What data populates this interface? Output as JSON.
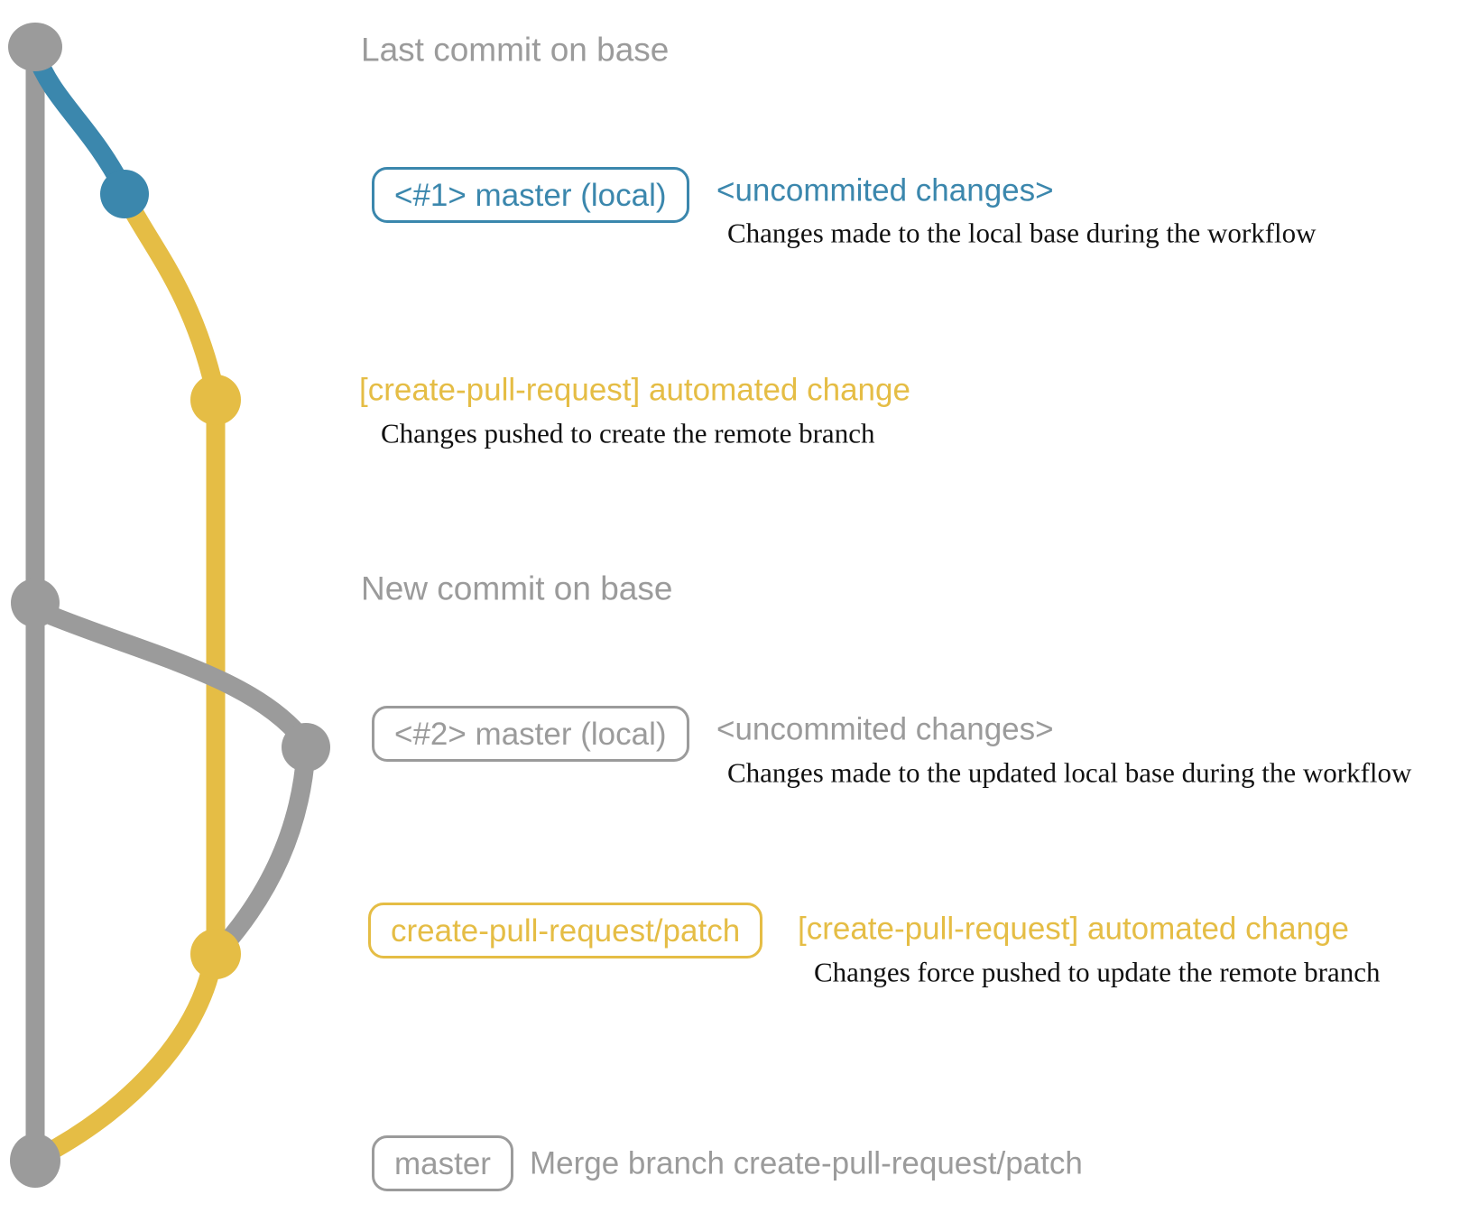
{
  "colors": {
    "base_gray": "#9b9b9b",
    "local_blue": "#3b87ad",
    "patch_yellow": "#e5bd45",
    "description_black": "#111111"
  },
  "graph": {
    "branches": [
      "base (master)",
      "master (local)",
      "create-pull-request/patch"
    ],
    "commits": [
      "last-commit-on-base",
      "uncommitted-changes-1",
      "create-pull-request-automated-change-1",
      "new-commit-on-base",
      "uncommitted-changes-2",
      "create-pull-request-automated-change-2",
      "merge-commit-master"
    ]
  },
  "rows": {
    "last_commit": {
      "label": "Last commit on base"
    },
    "row1": {
      "badge": "<#1> master (local)",
      "heading": "<uncommited changes>",
      "description": "Changes made to the local base during the workflow"
    },
    "row2": {
      "heading": "[create-pull-request] automated change",
      "description": "Changes pushed to create the remote branch"
    },
    "new_commit": {
      "label": "New commit on base"
    },
    "row3": {
      "badge": "<#2> master (local)",
      "heading": "<uncommited changes>",
      "description": "Changes made to the updated local base during the workflow"
    },
    "row4": {
      "badge": "create-pull-request/patch",
      "heading": "[create-pull-request] automated change",
      "description": "Changes force pushed to update the remote branch"
    },
    "row5": {
      "badge": "master",
      "heading": "Merge branch create-pull-request/patch"
    }
  }
}
